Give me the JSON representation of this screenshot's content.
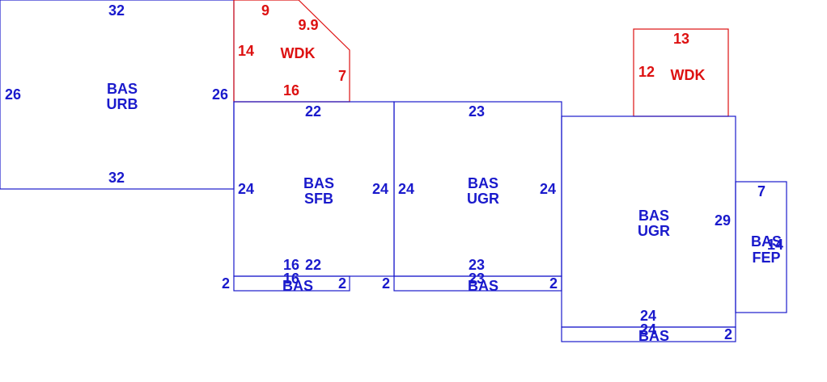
{
  "colors": {
    "building": "#1a1acc",
    "deck": "#dd1111"
  },
  "areas": {
    "urb": {
      "code": "BAS",
      "name": "URB"
    },
    "wdk1": {
      "code": "WDK"
    },
    "sfb": {
      "code": "BAS",
      "name": "SFB"
    },
    "ugr1": {
      "code": "BAS",
      "name": "UGR"
    },
    "wdk2": {
      "code": "WDK"
    },
    "ugr2": {
      "code": "BAS",
      "name": "UGR"
    },
    "fep": {
      "code": "BAS",
      "name": "FEP"
    },
    "strip1": {
      "code": "BAS"
    },
    "strip2": {
      "code": "BAS"
    },
    "strip3": {
      "code": "BAS"
    }
  },
  "dimensions": {
    "urb_top": "32",
    "urb_bottom": "32",
    "urb_left": "26",
    "urb_right": "26",
    "wdk1_top": "9",
    "wdk1_diag": "9.9",
    "wdk1_left": "14",
    "wdk1_right": "7",
    "wdk1_bottom": "16",
    "sfb_top": "22",
    "sfb_left": "24",
    "sfb_right": "24",
    "sfb_bottom_a": "16",
    "sfb_bottom_b": "22",
    "ugr1_top": "23",
    "ugr1_left": "24",
    "ugr1_right": "24",
    "ugr1_bottom": "23",
    "wdk2_top": "13",
    "wdk2_left": "12",
    "ugr2_right": "29",
    "ugr2_bottom": "24",
    "fep_top": "7",
    "fep_right": "14",
    "strip1_top": "16",
    "strip1_left": "2",
    "strip1_right": "2",
    "strip2_top": "23",
    "strip2_left": "2",
    "strip2_right": "2",
    "strip3_top": "24",
    "strip3_right": "2"
  }
}
